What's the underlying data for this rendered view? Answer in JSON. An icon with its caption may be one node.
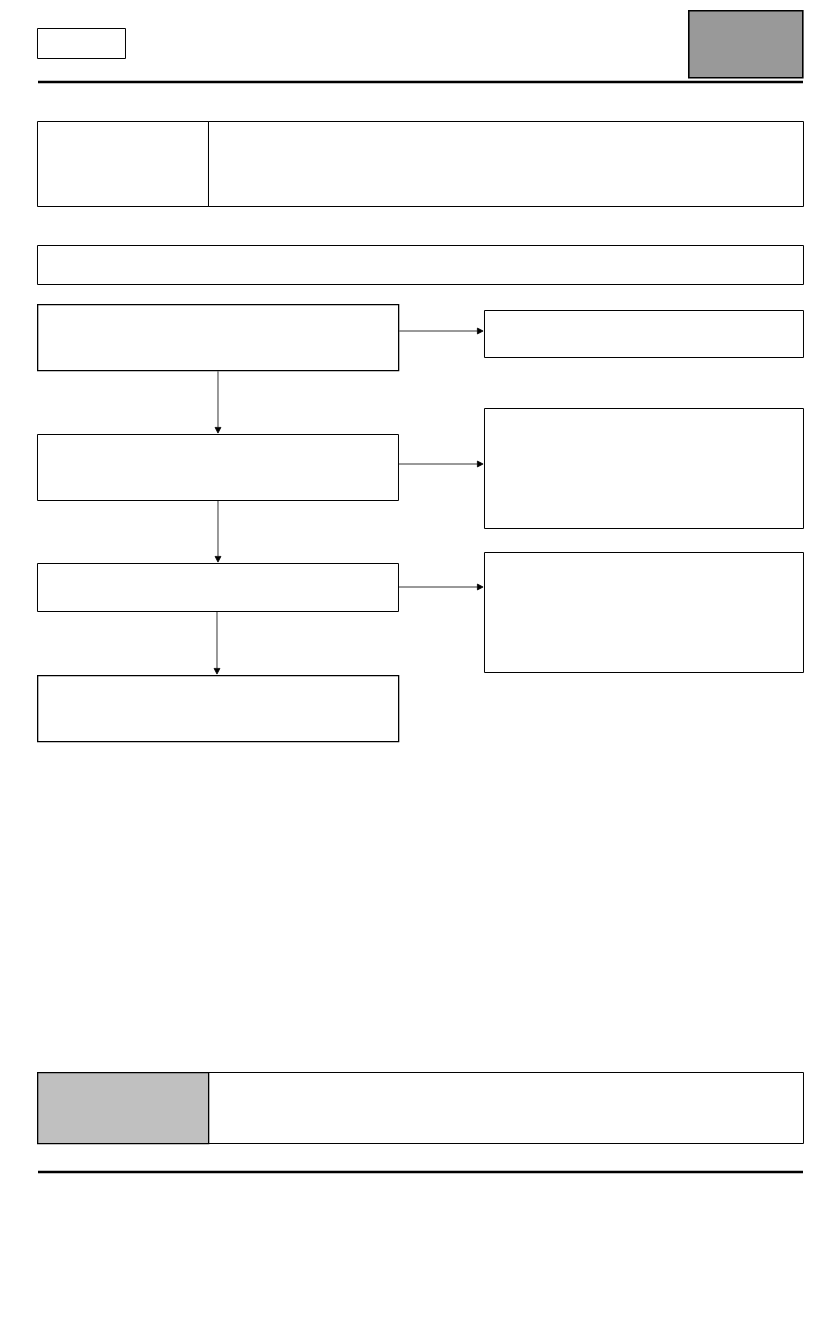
{
  "diagram": {
    "nodes": [
      {
        "text": [],
        "shape": "box"
      },
      {
        "text": [],
        "shape": "box"
      },
      {
        "text": [],
        "shape": "box"
      },
      {
        "text": [],
        "shape": "box"
      },
      {
        "text": [],
        "shape": "box"
      },
      {
        "text": [],
        "shape": "box"
      },
      {
        "text": [],
        "shape": "box"
      },
      {
        "text": [],
        "shape": "box"
      },
      {
        "text": [],
        "shape": "box"
      },
      {
        "text": [],
        "shape": "box"
      },
      {
        "text": [],
        "shape": "box"
      },
      {
        "text": [],
        "shape": "box"
      },
      {
        "text": [],
        "shape": "box"
      },
      {
        "text": [],
        "shape": "box"
      }
    ],
    "edges": [
      {
        "from": 5,
        "to": 6,
        "arrow": "to"
      },
      {
        "from": 5,
        "to": 7,
        "arrow": "to"
      },
      {
        "from": 7,
        "to": 8,
        "arrow": "to"
      },
      {
        "from": 7,
        "to": 9,
        "arrow": "to"
      },
      {
        "from": 9,
        "to": 10,
        "arrow": "to"
      },
      {
        "from": 9,
        "to": 11,
        "arrow": "to"
      }
    ]
  }
}
